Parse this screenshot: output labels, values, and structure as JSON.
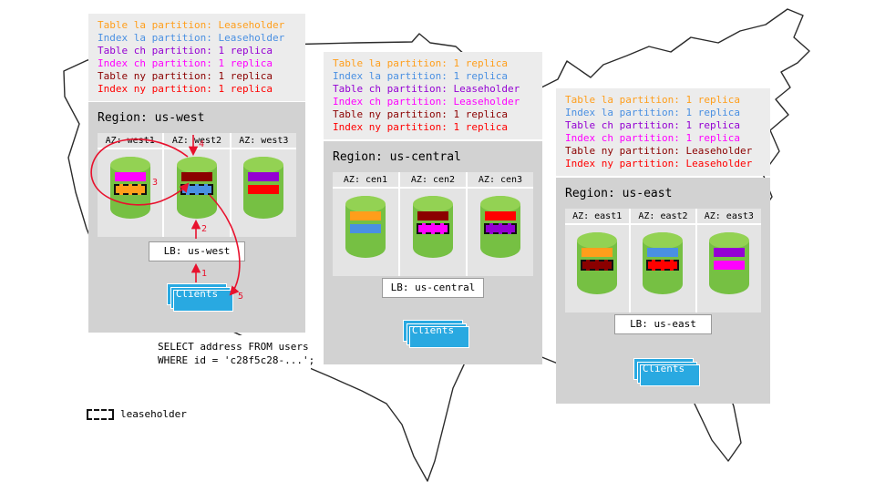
{
  "legend": {
    "label": "leaseholder"
  },
  "query": {
    "lines": [
      "SELECT address FROM users",
      "WHERE id = 'c28f5c28-...';"
    ]
  },
  "flow": {
    "steps": [
      "1",
      "2",
      "3",
      "4",
      "5"
    ]
  },
  "colors": {
    "table_la": "#ff9e1b",
    "index_la": "#4a90e2",
    "table_ch": "#9400d3",
    "index_ch": "#ff00ff",
    "table_ny": "#8b0000",
    "index_ny": "#ff0000",
    "cylinder_green": "#76c043",
    "clients_blue": "#29a9e1",
    "arrow_red": "#e8112d",
    "region_gray": "#d2d2d2",
    "info_gray": "#ececec"
  },
  "regions": [
    {
      "title": "Region: us-west",
      "lb_label": "LB: us-west",
      "clients_label": "Clients",
      "partitions": [
        {
          "text": "Table la partition: Leaseholder",
          "color": "#ff9e1b"
        },
        {
          "text": "Index la partition: Leaseholder",
          "color": "#4a90e2"
        },
        {
          "text": "Table ch partition: 1 replica",
          "color": "#9400d3"
        },
        {
          "text": "Index ch partition: 1 replica",
          "color": "#ff00ff"
        },
        {
          "text": "Table ny partition: 1 replica",
          "color": "#8b0000"
        },
        {
          "text": "Index ny partition: 1 replica",
          "color": "#ff0000"
        }
      ],
      "azs": [
        {
          "label": "AZ: west1",
          "bars": [
            {
              "color": "#ff00ff",
              "leaseholder": false
            },
            {
              "color": "#ff9e1b",
              "leaseholder": true
            }
          ]
        },
        {
          "label": "AZ: west2",
          "bars": [
            {
              "color": "#8b0000",
              "leaseholder": false
            },
            {
              "color": "#4a90e2",
              "leaseholder": true
            }
          ]
        },
        {
          "label": "AZ: west3",
          "bars": [
            {
              "color": "#9400d3",
              "leaseholder": false
            },
            {
              "color": "#ff0000",
              "leaseholder": false
            }
          ]
        }
      ]
    },
    {
      "title": "Region: us-central",
      "lb_label": "LB: us-central",
      "clients_label": "Clients",
      "partitions": [
        {
          "text": "Table la partition: 1 replica",
          "color": "#ff9e1b"
        },
        {
          "text": "Index la partition: 1 replica",
          "color": "#4a90e2"
        },
        {
          "text": "Table ch partition: Leaseholder",
          "color": "#9400d3"
        },
        {
          "text": "Index ch partition: Leaseholder",
          "color": "#ff00ff"
        },
        {
          "text": "Table ny partition: 1 replica",
          "color": "#8b0000"
        },
        {
          "text": "Index ny partition: 1 replica",
          "color": "#ff0000"
        }
      ],
      "azs": [
        {
          "label": "AZ: cen1",
          "bars": [
            {
              "color": "#ff9e1b",
              "leaseholder": false
            },
            {
              "color": "#4a90e2",
              "leaseholder": false
            }
          ]
        },
        {
          "label": "AZ: cen2",
          "bars": [
            {
              "color": "#8b0000",
              "leaseholder": false
            },
            {
              "color": "#ff00ff",
              "leaseholder": true
            }
          ]
        },
        {
          "label": "AZ: cen3",
          "bars": [
            {
              "color": "#ff0000",
              "leaseholder": false
            },
            {
              "color": "#9400d3",
              "leaseholder": true
            }
          ]
        }
      ]
    },
    {
      "title": "Region: us-east",
      "lb_label": "LB: us-east",
      "clients_label": "Clients",
      "partitions": [
        {
          "text": "Table la partition: 1 replica",
          "color": "#ff9e1b"
        },
        {
          "text": "Index la partition: 1 replica",
          "color": "#4a90e2"
        },
        {
          "text": "Table ch partition: 1 replica",
          "color": "#9400d3"
        },
        {
          "text": "Index ch partition: 1 replica",
          "color": "#ff00ff"
        },
        {
          "text": "Table ny partition: Leaseholder",
          "color": "#8b0000"
        },
        {
          "text": "Index ny partition: Leaseholder",
          "color": "#ff0000"
        }
      ],
      "azs": [
        {
          "label": "AZ: east1",
          "bars": [
            {
              "color": "#ff9e1b",
              "leaseholder": false
            },
            {
              "color": "#8b0000",
              "leaseholder": true
            }
          ]
        },
        {
          "label": "AZ: east2",
          "bars": [
            {
              "color": "#4a90e2",
              "leaseholder": false
            },
            {
              "color": "#ff0000",
              "leaseholder": true
            }
          ]
        },
        {
          "label": "AZ: east3",
          "bars": [
            {
              "color": "#9400d3",
              "leaseholder": false
            },
            {
              "color": "#ff00ff",
              "leaseholder": false
            }
          ]
        }
      ]
    }
  ]
}
